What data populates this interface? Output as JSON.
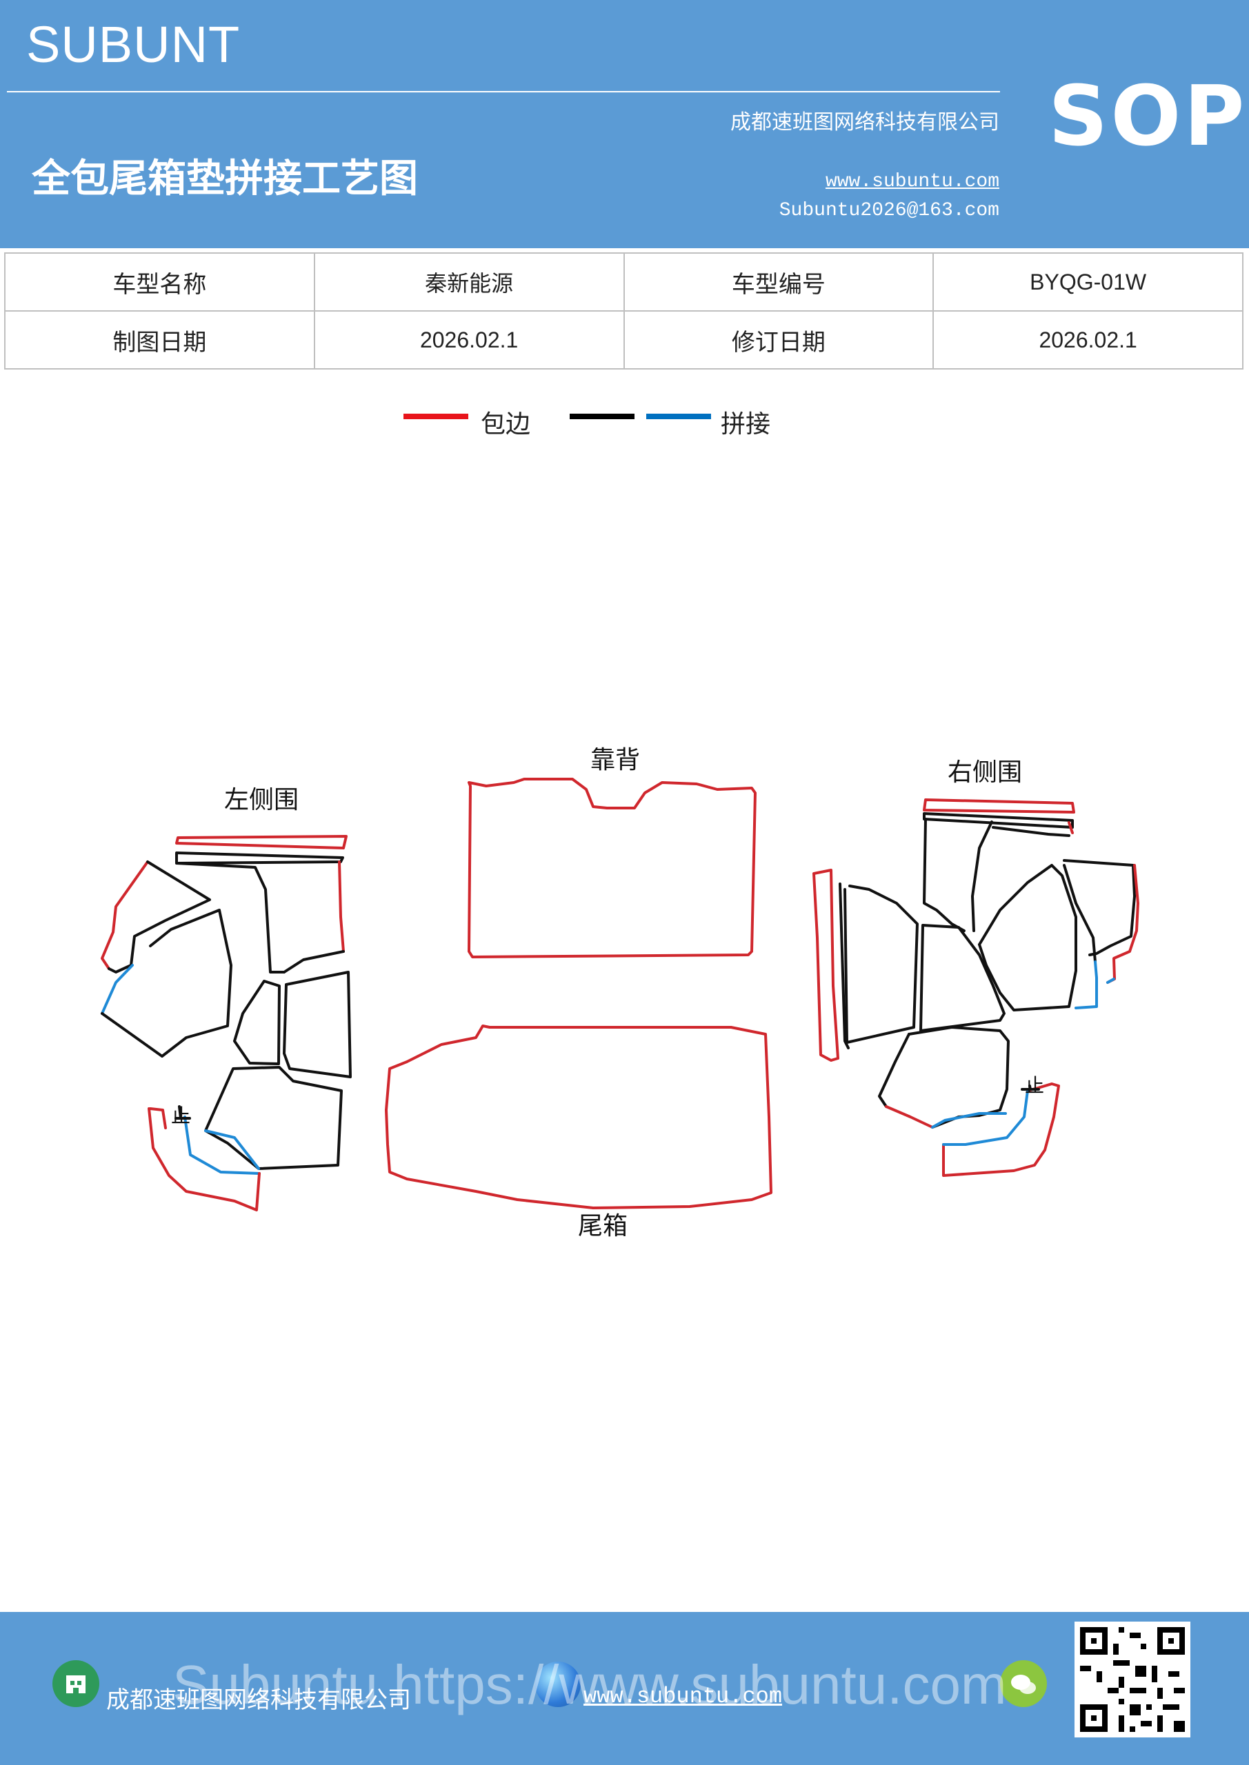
{
  "header": {
    "brand": "SUBUNT",
    "badge": "SOP",
    "company": "成都速班图网络科技有限公司",
    "title": "全包尾箱垫拼接工艺图",
    "website": "www.subuntu.com",
    "email": "Subuntu2026@163.com"
  },
  "info_table": {
    "rows": [
      [
        {
          "label": "车型名称"
        },
        {
          "value": "秦新能源"
        },
        {
          "label": "车型编号"
        },
        {
          "value": "BYQG-01W"
        }
      ],
      [
        {
          "label": "制图日期"
        },
        {
          "value": "2026.02.1"
        },
        {
          "label": "修订日期"
        },
        {
          "value": "2026.02.1"
        }
      ]
    ]
  },
  "legend": {
    "items": [
      {
        "label": "包边",
        "color": "#e8141b"
      },
      {
        "label": "",
        "color": "#000000"
      },
      {
        "label": "拼接",
        "color": "#0070c0"
      }
    ]
  },
  "diagram": {
    "labels": {
      "left": "左侧围",
      "back": "靠背",
      "right": "右侧围",
      "trunk": "尾箱",
      "stop_left": "止",
      "stop_right": "止"
    },
    "colors": {
      "edge": "#d0272d",
      "outline": "#111111",
      "seam": "#1f8ad6"
    }
  },
  "footer": {
    "company": "成都速班图网络科技有限公司",
    "website": "www.subuntu.com",
    "watermark": "Subuntu https://www.subuntu.com"
  }
}
